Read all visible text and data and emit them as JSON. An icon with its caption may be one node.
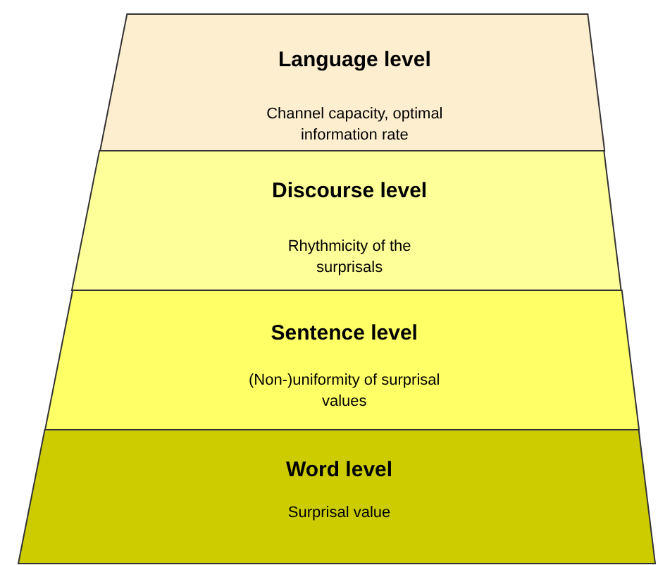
{
  "diagram": {
    "nodes": [
      {
        "text": [
          "Language level",
          "Channel capacity, optimal information rate"
        ]
      },
      {
        "text": [
          "Discourse level",
          "Rhythmicity of the surprisals"
        ]
      },
      {
        "text": [
          "Sentence level",
          "(Non-)uniformity of surprisal values"
        ]
      },
      {
        "text": [
          "Word level",
          "Surprisal value"
        ]
      }
    ]
  }
}
